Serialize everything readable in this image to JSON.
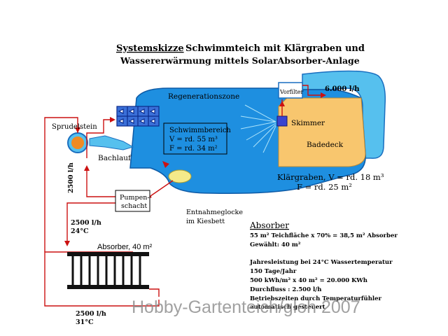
{
  "title": {
    "highlight": "Systemskizze",
    "line1_rest": "Schwimmteich mit Klärgraben und",
    "line2": "Wassererwärmung mittels SolarAbsorber-Anlage"
  },
  "labels": {
    "regeneration_zone": "Regenerationszone",
    "vorfilter": "Vorfilter",
    "flow_6000": "6.000 l/h",
    "skimmer": "Skimmer",
    "badedeck": "Badedeck",
    "sprudelstein": "Sprudelstein",
    "bachlauf": "Bachlauf",
    "klaergraben": "Klärgraben, V = rd. 18 m³",
    "klaergraben_area": "F = rd. 25 m²",
    "pumpenschacht_1": "Pumpen-",
    "pumpenschacht_2": "schacht",
    "entnahme_1": "Entnahmeglocke",
    "entnahme_2": "im Kiesbett",
    "flow_2500_vertical": "2500 l/h",
    "flow_2500_24_a": "2500 l/h",
    "flow_2500_24_b": "24°C",
    "absorber_label": "Absorber, 40 m²",
    "flow_2500_31_a": "2500 l/h",
    "flow_2500_31_b": "31°C"
  },
  "schwimmbereich": {
    "title": "Schwimmbereich",
    "volume": "V = rd. 55 m³",
    "area": "F = rd. 34 m²"
  },
  "absorber_info": {
    "heading": "Absorber",
    "line1": "55 m² Teichfläche x 70% = 38,5 m² Absorber",
    "line2": "Gewählt: 40 m²",
    "line3": "Jahresleistung bei 24°C Wassertemperatur",
    "line4": "150 Tage/Jahr",
    "line5": "500 kWh/m²  x 40 m² = 20.000 KWh",
    "line6": "Durchfluss :  2.500 l/h",
    "line7": "Betriebszeiten durch Temperaturfühler",
    "line8": "automatisch gesteuert"
  },
  "watermark": "Hobby-Gartenteich/gloh 2007",
  "colors": {
    "water": "#1e8fe0",
    "water_light": "#56c0ee",
    "deck": "#f8c66e",
    "pipe": "#cc1111",
    "purple": "#4b0aa0",
    "title_red": "#cc0000"
  }
}
